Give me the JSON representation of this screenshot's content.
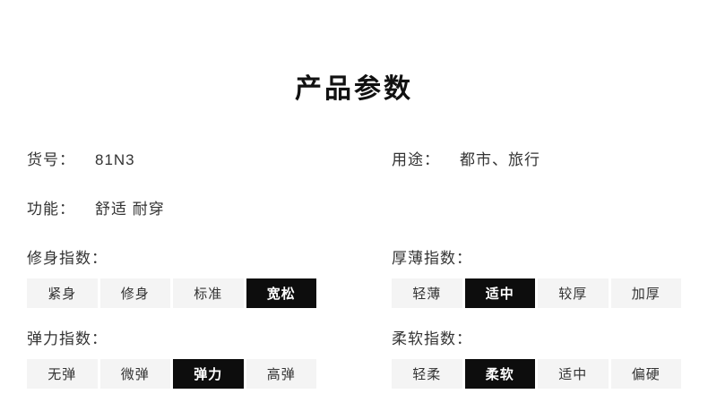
{
  "title": "产品参数",
  "colors": {
    "selected_bg": "#0d0d0d",
    "selected_text": "#ffffff",
    "option_bg": "#f4f4f4",
    "text": "#333333"
  },
  "fields": [
    {
      "label": "货号：",
      "value": "81N3"
    },
    {
      "label": "用途：",
      "value": "都市、旅行"
    },
    {
      "label": "功能：",
      "value": "舒适 耐穿"
    }
  ],
  "indices": [
    {
      "label": "修身指数：",
      "options": [
        "紧身",
        "修身",
        "标准",
        "宽松"
      ],
      "selected": 3
    },
    {
      "label": "厚薄指数：",
      "options": [
        "轻薄",
        "适中",
        "较厚",
        "加厚"
      ],
      "selected": 1
    },
    {
      "label": "弹力指数：",
      "options": [
        "无弹",
        "微弹",
        "弹力",
        "高弹"
      ],
      "selected": 2
    },
    {
      "label": "柔软指数：",
      "options": [
        "轻柔",
        "柔软",
        "适中",
        "偏硬"
      ],
      "selected": 1
    }
  ]
}
